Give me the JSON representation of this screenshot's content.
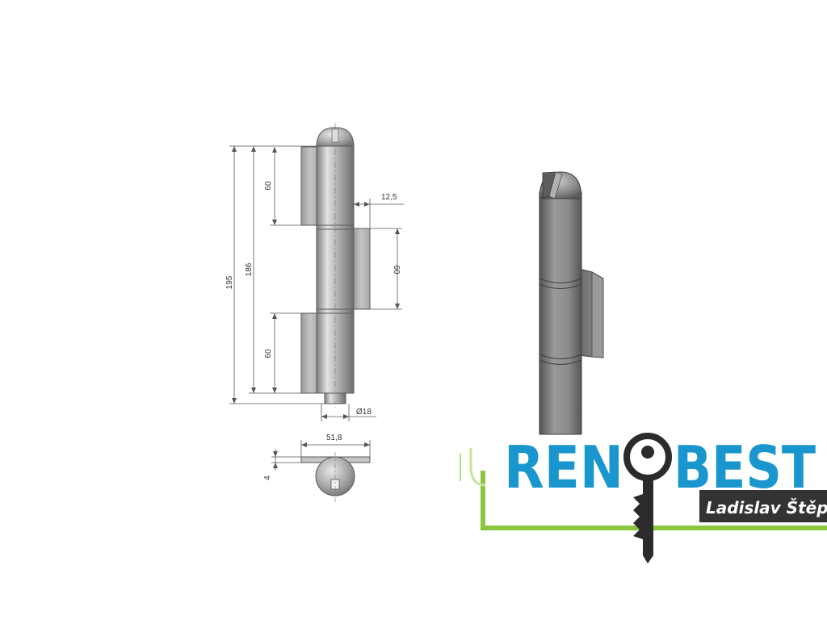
{
  "drawing": {
    "dimensions": {
      "total_length": "195",
      "body_length": "186",
      "leaf_top": "60",
      "leaf_middle": "60",
      "leaf_bottom": "60",
      "offset": "12,5",
      "diameter": "Ø18",
      "width": "51,8",
      "thickness": "4"
    }
  },
  "logo": {
    "brand_left": "REN",
    "brand_right": "BEST",
    "owner": "Ladislav Štěpán",
    "colors": {
      "brand_blue": "#1a96cf",
      "frame_green": "#8cc63f",
      "key_dark": "#2b2b2b",
      "badge_dark": "#333333"
    }
  }
}
